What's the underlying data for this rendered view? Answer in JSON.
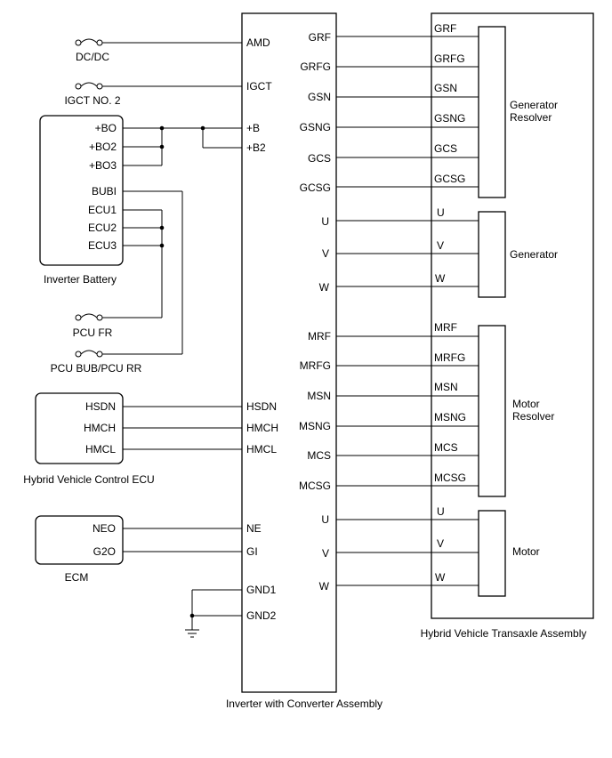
{
  "fuses": {
    "dcdc": "DC/DC",
    "igct": "IGCT NO. 2",
    "pcu_fr": "PCU FR",
    "pcu_bub": "PCU BUB/PCU RR"
  },
  "inverter_battery": {
    "title": "Inverter Battery",
    "pins": [
      "+BO",
      "+BO2",
      "+BO3",
      "BUBI",
      "ECU1",
      "ECU2",
      "ECU3"
    ]
  },
  "hv_ecu": {
    "title": "Hybrid Vehicle Control ECU",
    "pins": [
      "HSDN",
      "HMCH",
      "HMCL"
    ]
  },
  "ecm": {
    "title": "ECM",
    "pins": [
      "NEO",
      "G2O"
    ]
  },
  "inverter": {
    "title": "Inverter with Converter Assembly",
    "left_pins": [
      "AMD",
      "IGCT",
      "+B",
      "+B2",
      "HSDN",
      "HMCH",
      "HMCL",
      "NE",
      "GI",
      "GND1",
      "GND2"
    ],
    "right_pins": [
      "GRF",
      "GRFG",
      "GSN",
      "GSNG",
      "GCS",
      "GCSG",
      "U",
      "V",
      "W",
      "MRF",
      "MRFG",
      "MSN",
      "MSNG",
      "MCS",
      "MCSG",
      "U",
      "V",
      "W"
    ]
  },
  "transaxle": {
    "title": "Hybrid Vehicle Transaxle Assembly",
    "pins": [
      "GRF",
      "GRFG",
      "GSN",
      "GSNG",
      "GCS",
      "GCSG",
      "U",
      "V",
      "W",
      "MRF",
      "MRFG",
      "MSN",
      "MSNG",
      "MCS",
      "MCSG",
      "U",
      "V",
      "W"
    ],
    "components": {
      "gen_resolver_line1": "Generator",
      "gen_resolver_line2": "Resolver",
      "generator": "Generator",
      "motor_resolver_line1": "Motor",
      "motor_resolver_line2": "Resolver",
      "motor": "Motor"
    }
  }
}
